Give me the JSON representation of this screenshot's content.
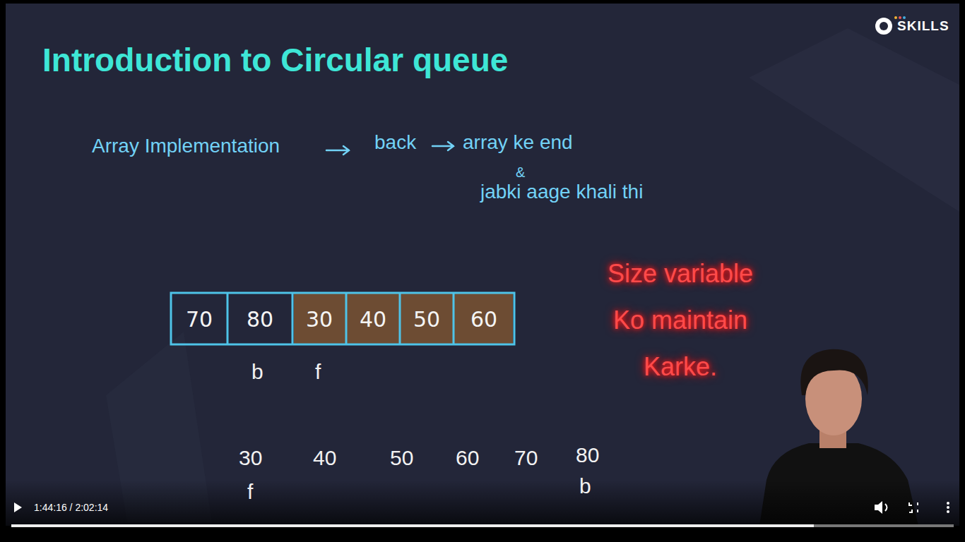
{
  "diagram": {
    "title": "Introduction to Circular queue",
    "nodes": [
      {
        "text": [
          "70"
        ]
      },
      {
        "text": [
          "80"
        ]
      },
      {
        "text": [
          "30"
        ]
      },
      {
        "text": [
          "40"
        ]
      },
      {
        "text": [
          "50"
        ]
      },
      {
        "text": [
          "60"
        ]
      }
    ],
    "labels": [
      "SKILLS",
      "Array Implementation",
      "back",
      "array ke end",
      "&",
      "jabki aage khali thi",
      "b",
      "f",
      "Size variable Ko maintain Karke.",
      "30",
      "40",
      "50",
      "60",
      "70",
      "80",
      "f",
      "b",
      "1:44:16 / 2:02:14"
    ]
  }
}
